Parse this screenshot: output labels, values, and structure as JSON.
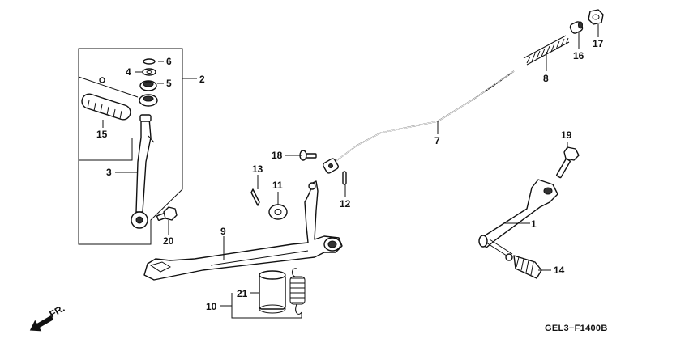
{
  "diagram_code": "GEL3−F1400B",
  "direction_label": "FR.",
  "callouts": [
    {
      "id": "1",
      "text": "1"
    },
    {
      "id": "2",
      "text": "2"
    },
    {
      "id": "3",
      "text": "3"
    },
    {
      "id": "4",
      "text": "4"
    },
    {
      "id": "5",
      "text": "5"
    },
    {
      "id": "6",
      "text": "6"
    },
    {
      "id": "7",
      "text": "7"
    },
    {
      "id": "8",
      "text": "8"
    },
    {
      "id": "9",
      "text": "9"
    },
    {
      "id": "10",
      "text": "10"
    },
    {
      "id": "11",
      "text": "11"
    },
    {
      "id": "12",
      "text": "12"
    },
    {
      "id": "13",
      "text": "13"
    },
    {
      "id": "14",
      "text": "14"
    },
    {
      "id": "15",
      "text": "15"
    },
    {
      "id": "16",
      "text": "16"
    },
    {
      "id": "17",
      "text": "17"
    },
    {
      "id": "18",
      "text": "18"
    },
    {
      "id": "19",
      "text": "19"
    },
    {
      "id": "20",
      "text": "20"
    },
    {
      "id": "21",
      "text": "21"
    }
  ]
}
